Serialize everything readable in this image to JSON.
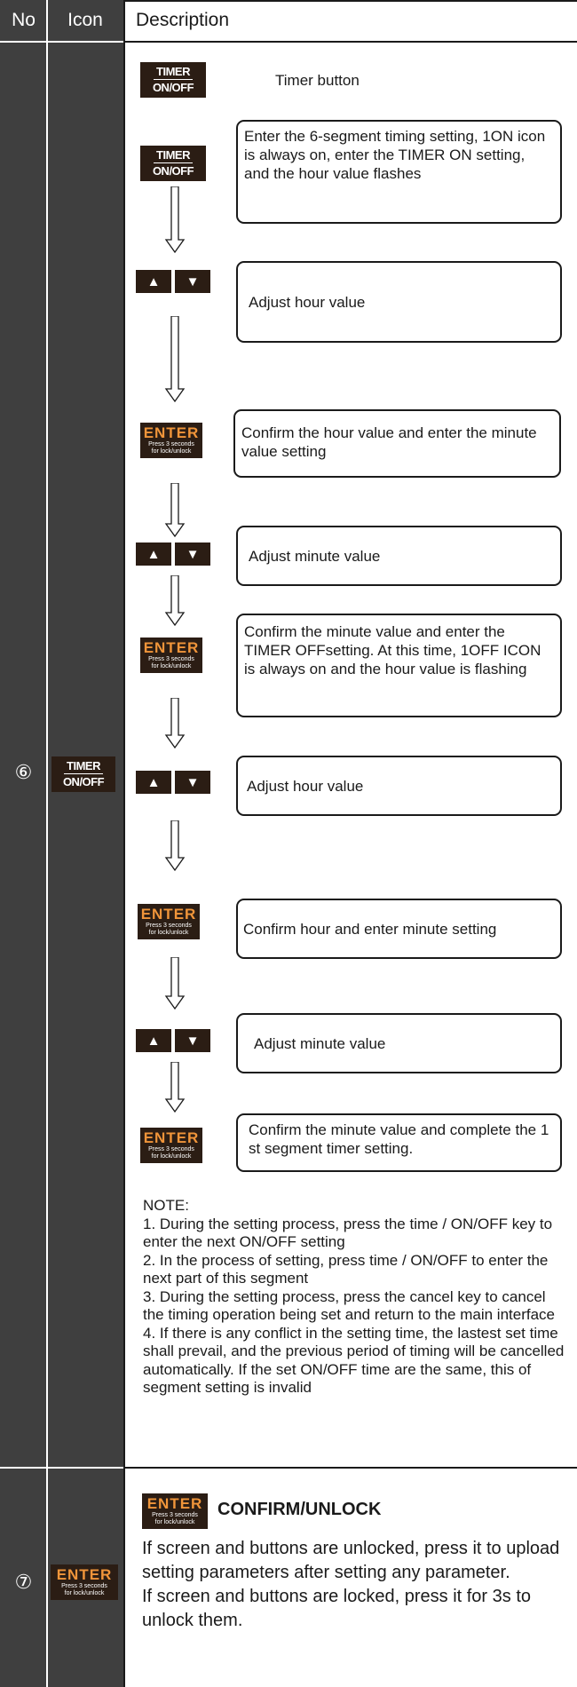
{
  "header": {
    "no": "No",
    "icon": "Icon",
    "description": "Description"
  },
  "row6": {
    "number": "⑥",
    "icon_key": {
      "line1": "TIMER",
      "line2": "ON/OFF"
    },
    "timer_button_label": "Timer button",
    "steps": [
      "Enter the 6-segment timing setting, 1ON icon  is always on, enter the TIMER ON setting, and the hour value flashes",
      "Adjust hour value",
      "Confirm the hour value and enter the minute value setting",
      "Adjust minute value",
      "Confirm the minute value and enter the TIMER OFFsetting. At this time, 1OFF ICON is always on and the hour value is flashing",
      "Adjust hour value",
      "Confirm hour and enter minute setting",
      "Adjust minute value",
      "Confirm the minute value and complete the 1 st segment timer setting."
    ],
    "note": {
      "title": "NOTE:",
      "items": [
        "1. During the setting process, press the time / ON/OFF key to enter the next ON/OFF setting",
        "2. In the process of setting, press time / ON/OFF to enter the next part of this segment",
        "3. During the setting process, press the cancel key to cancel the timing operation being set and return to the main interface",
        "4. If there is any conflict in the setting time, the lastest set time shall prevail, and the previous period of timing will be cancelled automatically. If the set ON/OFF time are the same, this  of segment setting is invalid"
      ]
    }
  },
  "row7": {
    "number": "⑦",
    "title": "CONFIRM/UNLOCK",
    "body": [
      "If screen and buttons are unlocked, press it to upload setting parameters after setting any parameter.",
      "If screen and buttons are locked, press it for 3s to unlock them."
    ]
  },
  "enter_key": {
    "label": "ENTER",
    "sub1": "Press 3 seconds",
    "sub2": "for lock/unlock"
  },
  "arrow_keys": {
    "up": "▲",
    "down": "▼"
  },
  "colors": {
    "column_fill": "#3f3f3f",
    "key_fill": "#2b1d14",
    "enter_orange": "#f0953a"
  }
}
